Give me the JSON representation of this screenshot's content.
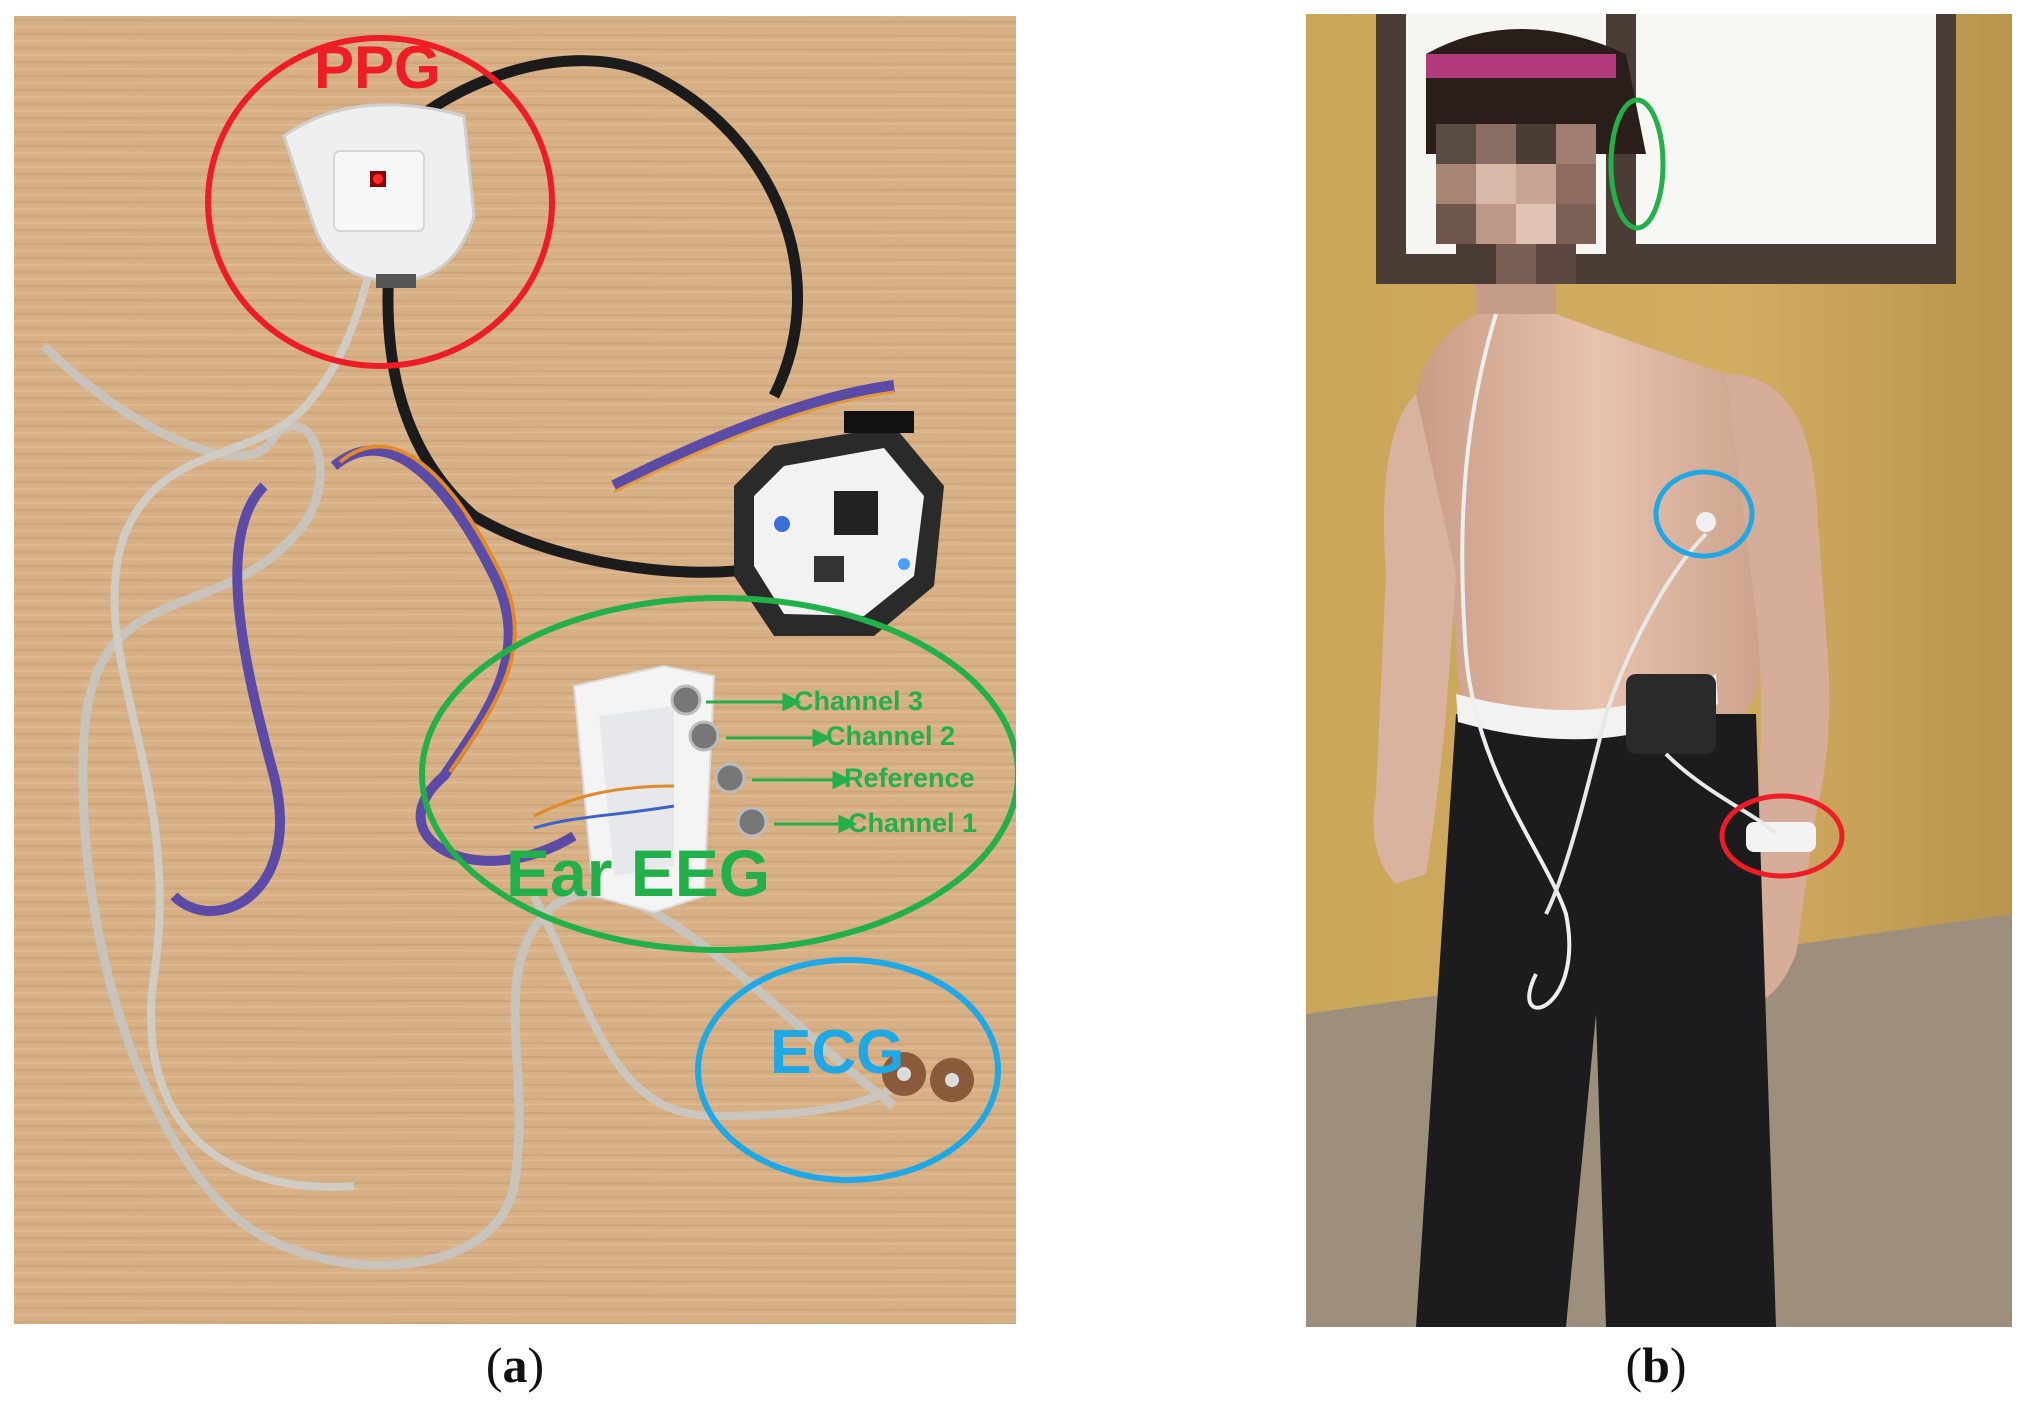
{
  "panel_a": {
    "caption_open": "(",
    "caption_letter": "a",
    "caption_close": ")",
    "labels": {
      "ppg": "PPG",
      "ear_eeg": "Ear EEG",
      "ecg": "ECG",
      "channel_3": "Channel 3",
      "channel_2": "Channel 2",
      "reference": "Reference",
      "channel_1": "Channel 1"
    }
  },
  "panel_b": {
    "caption_open": "(",
    "caption_letter": "b",
    "caption_close": ")"
  },
  "colors": {
    "ppg": "#ee1c24",
    "eeg": "#22b04a",
    "ecg": "#1ea8e6",
    "wood": "#d9b187",
    "wall": "#c9a35c"
  }
}
